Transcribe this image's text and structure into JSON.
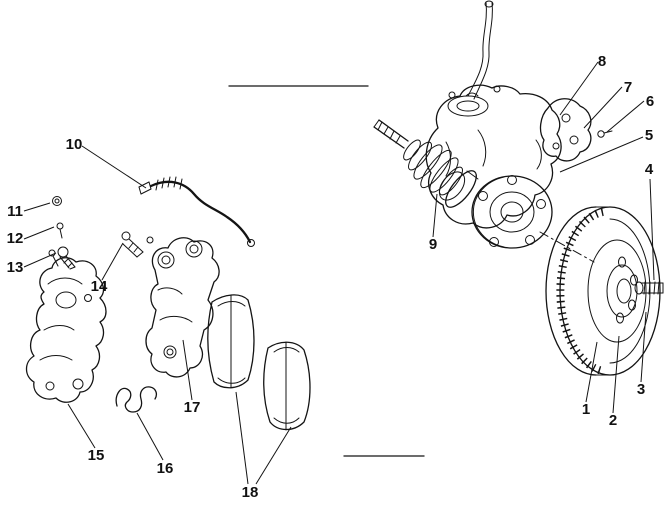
{
  "diagram": {
    "background_color": "#ffffff",
    "line_color": "#141414"
  },
  "callouts": [
    {
      "label": "1"
    },
    {
      "label": "2"
    },
    {
      "label": "3"
    },
    {
      "label": "4"
    },
    {
      "label": "5"
    },
    {
      "label": "6"
    },
    {
      "label": "7"
    },
    {
      "label": "8"
    },
    {
      "label": "9"
    },
    {
      "label": "10"
    },
    {
      "label": "11"
    },
    {
      "label": "12"
    },
    {
      "label": "13"
    },
    {
      "label": "14"
    },
    {
      "label": "15"
    },
    {
      "label": "16"
    },
    {
      "label": "17"
    },
    {
      "label": "18"
    }
  ]
}
